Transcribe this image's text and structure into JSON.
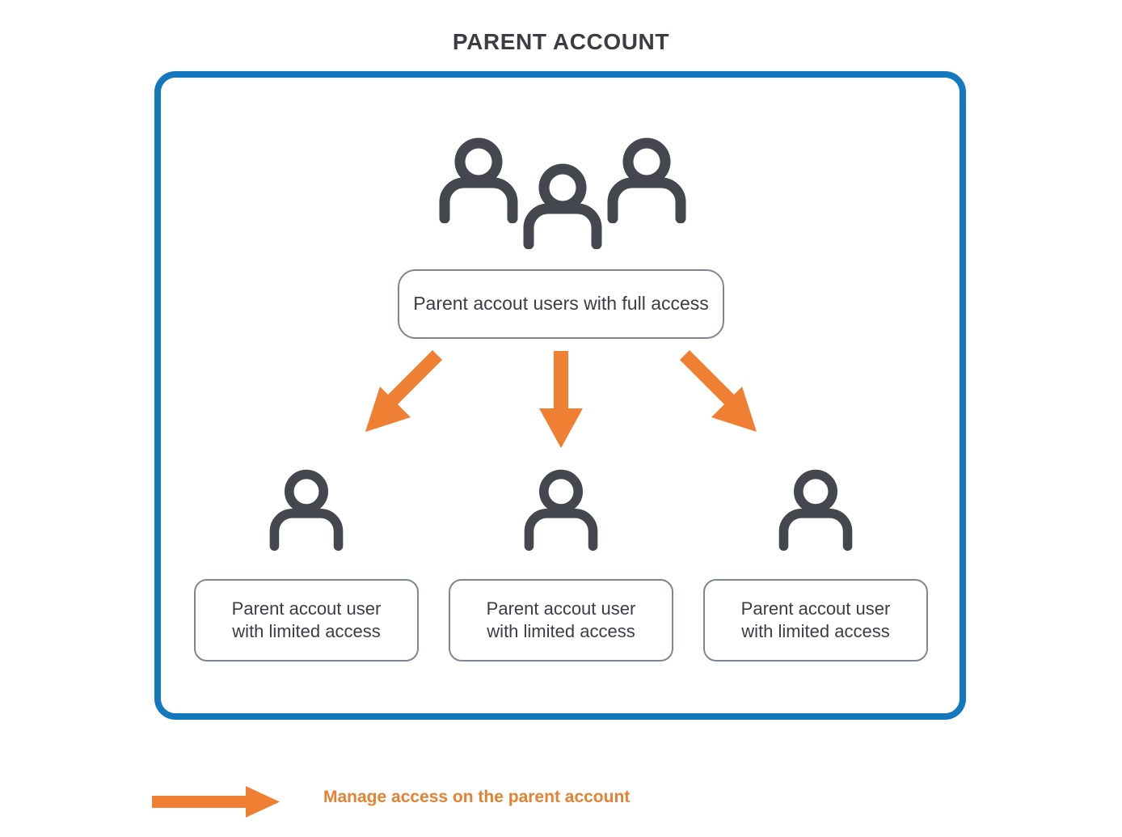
{
  "page": {
    "title": "PARENT ACCOUNT",
    "background_color": "#ffffff"
  },
  "colors": {
    "frame_blue": "#1478be",
    "arrow_orange": "#ef8033",
    "legend_text_orange": "#e58231",
    "icon_gray": "#45474e",
    "box_border_gray": "#7f8693",
    "text_dark": "#3b3d44"
  },
  "frame": {
    "name": "parent-account-container",
    "border_color": "#1478be"
  },
  "admin_group": {
    "icon_name": "three-people-icon",
    "person_count": 3,
    "label": "Parent accout users with full access"
  },
  "arrows": [
    {
      "name": "arrow-to-limited-user-1",
      "direction": "down-left",
      "color": "#ef8033"
    },
    {
      "name": "arrow-to-limited-user-2",
      "direction": "down",
      "color": "#ef8033"
    },
    {
      "name": "arrow-to-limited-user-3",
      "direction": "down-right",
      "color": "#ef8033"
    }
  ],
  "limited_users": [
    {
      "icon_name": "person-icon",
      "label": "Parent accout user\nwith limited access"
    },
    {
      "icon_name": "person-icon",
      "label": "Parent accout user\nwith limited access"
    },
    {
      "icon_name": "person-icon",
      "label": "Parent accout user\nwith limited access"
    }
  ],
  "legend": {
    "arrow_icon_name": "orange-right-arrow-icon",
    "arrow_color": "#ef8033",
    "text": "Manage access on the parent account"
  }
}
